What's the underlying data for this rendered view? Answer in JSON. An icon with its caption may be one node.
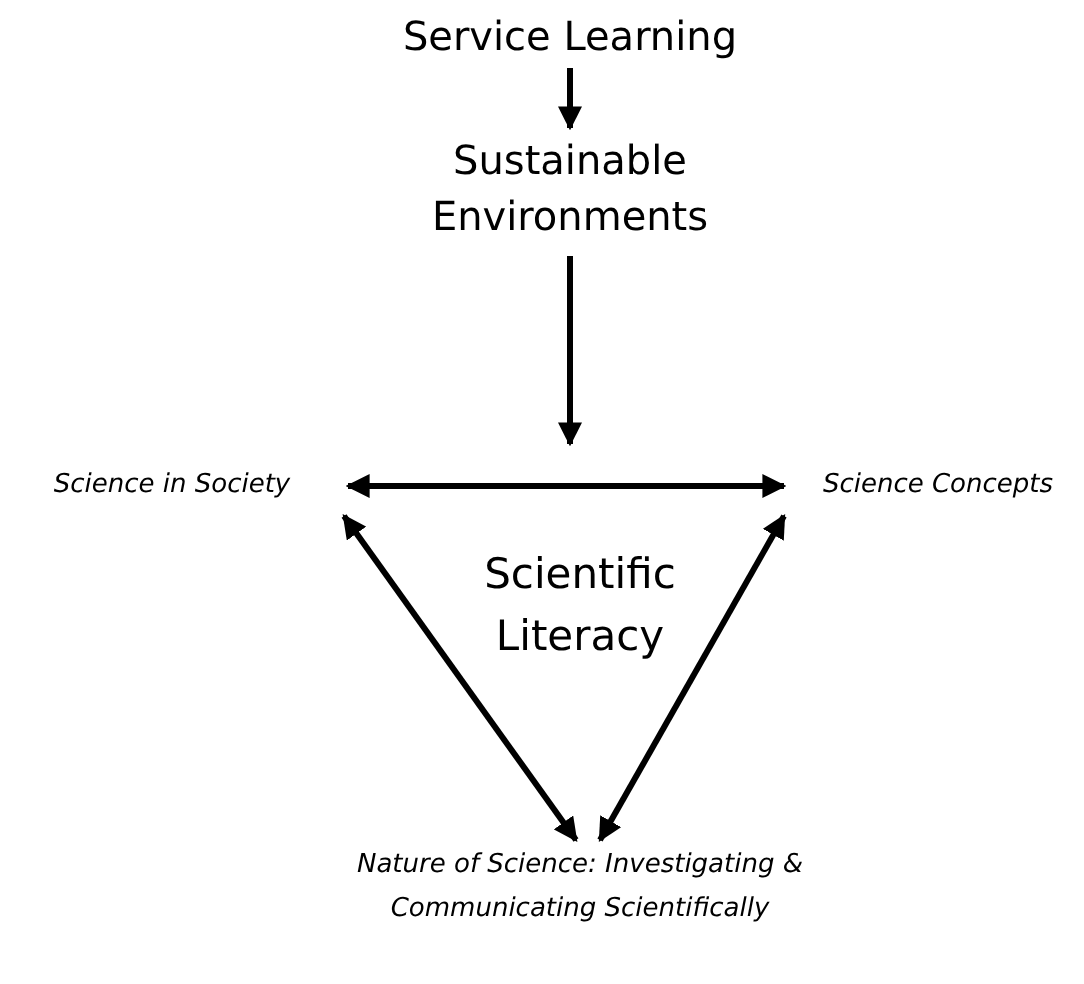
{
  "diagram": {
    "nodes": [
      {
        "text": [
          "Service Learning"
        ]
      },
      {
        "text": [
          "Sustainable Environments"
        ]
      },
      {
        "text": [
          "Science in Society"
        ]
      },
      {
        "text": [
          "Science Concepts"
        ]
      },
      {
        "text": [
          "Nature of Science: Investigating & Communicating Scientifically"
        ]
      }
    ],
    "edges": [
      {
        "from": 0,
        "to": 1,
        "arrow": "to"
      },
      {
        "from": 1,
        "to": null,
        "arrow": "to"
      },
      {
        "from": 2,
        "to": 3,
        "arrow": "both"
      },
      {
        "from": 2,
        "to": 4,
        "arrow": "both"
      },
      {
        "from": 3,
        "to": 4,
        "arrow": "both"
      }
    ],
    "labels": [
      "Scientific Literacy"
    ]
  }
}
